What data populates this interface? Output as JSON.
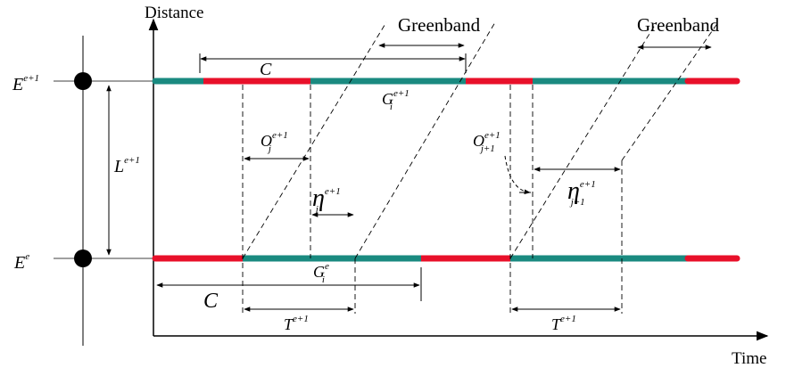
{
  "axes": {
    "y_label": "Distance",
    "x_label": "Time"
  },
  "nodes": {
    "upper": {
      "base": "E",
      "sup": "e+1"
    },
    "lower": {
      "base": "E",
      "sup": "e"
    },
    "gap": {
      "base": "L",
      "sup": "e+1"
    }
  },
  "labels": {
    "greenband_1": "Greenband",
    "greenband_2": "Greenband",
    "cycle_top": "C",
    "cycle_bottom": "C",
    "g_top": {
      "base": "G",
      "sub": "i",
      "sup": "e+1"
    },
    "g_bottom": {
      "base": "G",
      "sub": "i",
      "sup": "e"
    },
    "o_j": {
      "base": "O",
      "sub": "j",
      "sup": "e+1"
    },
    "o_j1": {
      "base": "O",
      "sub": "j+1",
      "sup": "e+1"
    },
    "eta_j": {
      "base": "η",
      "sub": "j",
      "sup": "e+1"
    },
    "eta_j1": {
      "base": "η",
      "sub": "j+1",
      "sup": "e+1"
    },
    "t_1": {
      "base": "T",
      "sup": "e+1"
    },
    "t_2": {
      "base": "T",
      "sup": "e+1"
    }
  },
  "colors": {
    "green": "#1a8a80",
    "red": "#e8102a",
    "line": "#000000"
  }
}
